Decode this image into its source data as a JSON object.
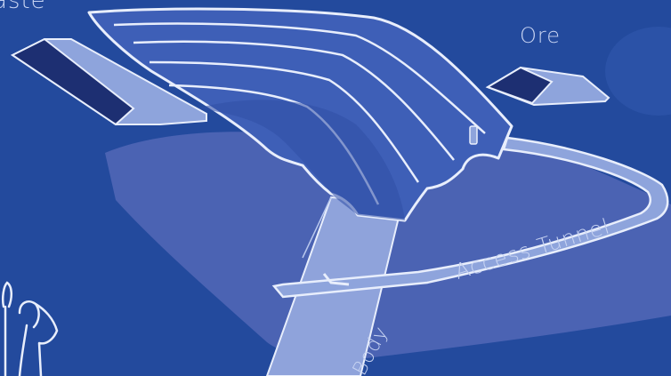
{
  "labels": {
    "waste": "aste",
    "ore": "Ore",
    "access_tunnel": "Access Tunnel",
    "ore_body": "Body"
  },
  "colors": {
    "background": "#234a9d",
    "ground": "#4b63b3",
    "outline": "#e8eefc",
    "stockpile_light": "#8ea4dc",
    "stockpile_dark": "#1d2f72",
    "ore_body": "#8fa3db"
  },
  "icons": [
    "waste-stockpile",
    "ore-stockpile",
    "open-pit",
    "ore-body-shaft",
    "access-tunnel",
    "person-figures"
  ]
}
